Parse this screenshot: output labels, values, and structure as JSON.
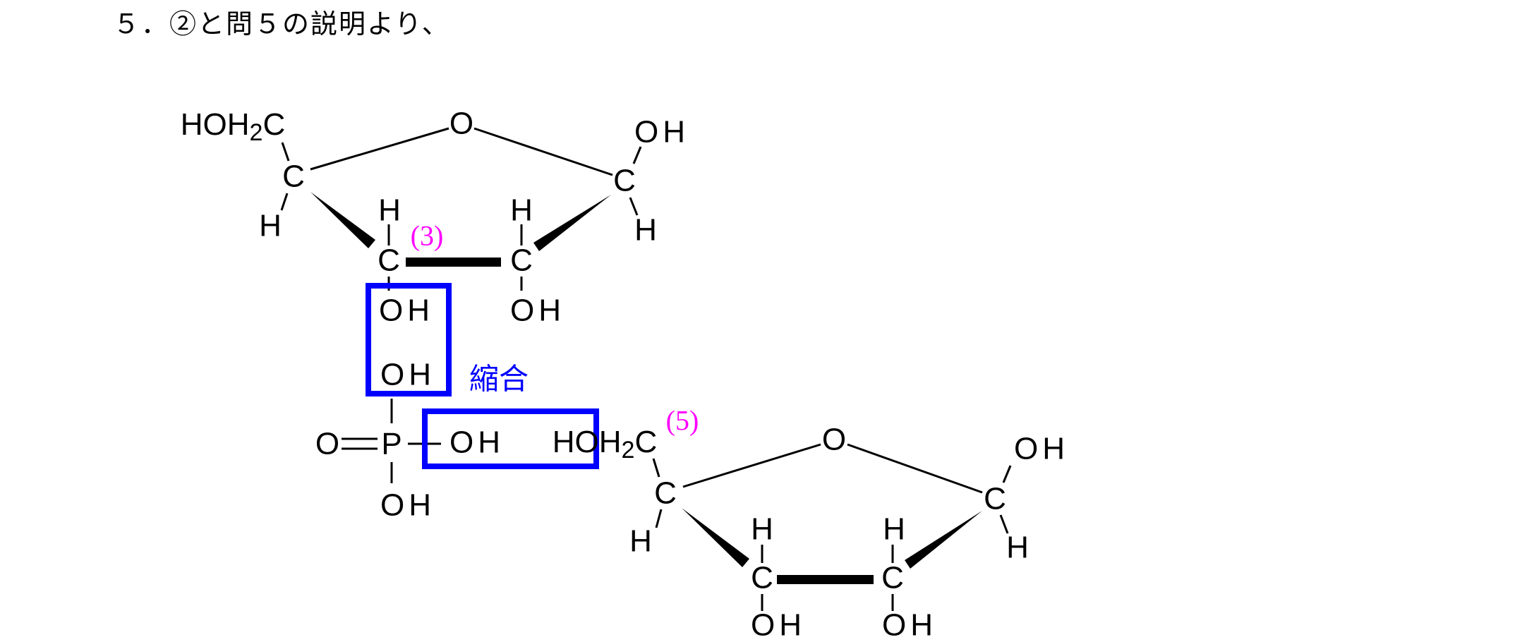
{
  "title": "５．②と問５の説明より、",
  "upper_ring": {
    "ch2oh": {
      "main": "HOH",
      "sub": "2",
      "end": "C"
    },
    "ring_o": "O",
    "c1": "C",
    "c1_h": "H",
    "c4": "C",
    "c4_oh": "OH",
    "c4_h": "H",
    "c3": "C",
    "c3_h": "H",
    "c3_oh": "OH",
    "c2": "C",
    "c2_h": "H",
    "c2_oh": "OH",
    "label": "(3)"
  },
  "phosphate": {
    "oh_top": "OH",
    "o_double": "O",
    "p": "P",
    "oh_right": "OH",
    "oh_bottom": "OH"
  },
  "condensation_label": "縮合",
  "lower_ring": {
    "ch2oh": {
      "main": "HOH",
      "sub": "2",
      "end": "C"
    },
    "ring_o": "O",
    "c1": "C",
    "c1_h": "H",
    "c4": "C",
    "c4_oh": "OH",
    "c4_h": "H",
    "c3": "C",
    "c3_h": "H",
    "c3_oh": "OH",
    "c2": "C",
    "c2_h": "H",
    "c2_oh": "OH",
    "label": "(5)"
  },
  "colors": {
    "highlight": "#0000ff",
    "label": "#ff00ff"
  }
}
